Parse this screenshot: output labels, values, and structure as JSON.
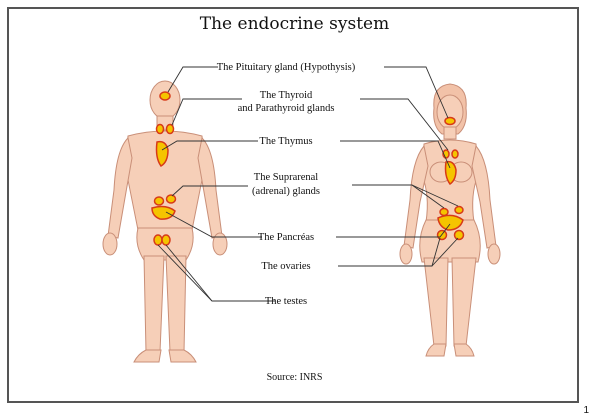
{
  "title": "The endocrine system",
  "labels": {
    "pituitary": "The Pituitary gland (Hypothysis)",
    "thyroid_line1": "The Thyroid",
    "thyroid_line2": "and Parathyroid glands",
    "thymus": "The Thymus",
    "suprarenal_line1": "The Suprarenal",
    "suprarenal_line2": "(adrenal) glands",
    "pancreas": "The Pancréas",
    "ovaries": "The ovaries",
    "testes": "The testes"
  },
  "source": "Source: INRS",
  "page_number": "1",
  "colors": {
    "skin": "#f6cfb8",
    "skin_outline": "#c98f78",
    "gland_fill": "#f5c400",
    "gland_outline": "#d73a18",
    "leader_line": "#333333",
    "frame_border": "#555555"
  }
}
